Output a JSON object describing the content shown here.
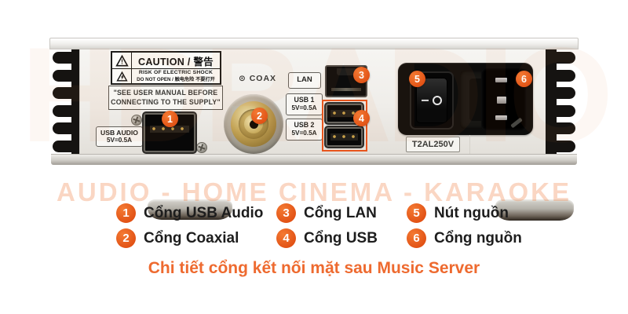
{
  "page": {
    "caption": "Chi tiết cổng kết nối mặt sau Music Server",
    "watermark_strip": "AUDIO - HOME CINEMA - KARAOKE",
    "watermark_brand": "HDRADIO",
    "accent_color": "#E8551D"
  },
  "device": {
    "caution": {
      "title": "CAUTION / 警告",
      "risk_line": "RISK OF ELECTRIC SHOCK",
      "open_line": "DO NOT OPEN / 触电危险 不要打开"
    },
    "manual_note_line1": "\"SEE USER MANUAL BEFORE",
    "manual_note_line2": "CONNECTING TO THE SUPPLY\"",
    "usb_audio_label": [
      "USB AUDIO",
      "5V=0.5A"
    ],
    "coax_icon": "⊙",
    "coax_label": "COAX",
    "lan_label": "LAN",
    "usb1_label": [
      "USB 1",
      "5V=0.5A"
    ],
    "usb2_label": [
      "USB 2",
      "5V=0.5A"
    ],
    "fuse_rating": "T2AL250V"
  },
  "legend": {
    "items": [
      {
        "num": "1",
        "label": "Cổng USB Audio"
      },
      {
        "num": "2",
        "label": "Cổng Coaxial"
      },
      {
        "num": "3",
        "label": "Cổng LAN"
      },
      {
        "num": "4",
        "label": "Cổng USB"
      },
      {
        "num": "5",
        "label": "Nút nguồn"
      },
      {
        "num": "6",
        "label": "Cổng nguồn"
      }
    ]
  }
}
